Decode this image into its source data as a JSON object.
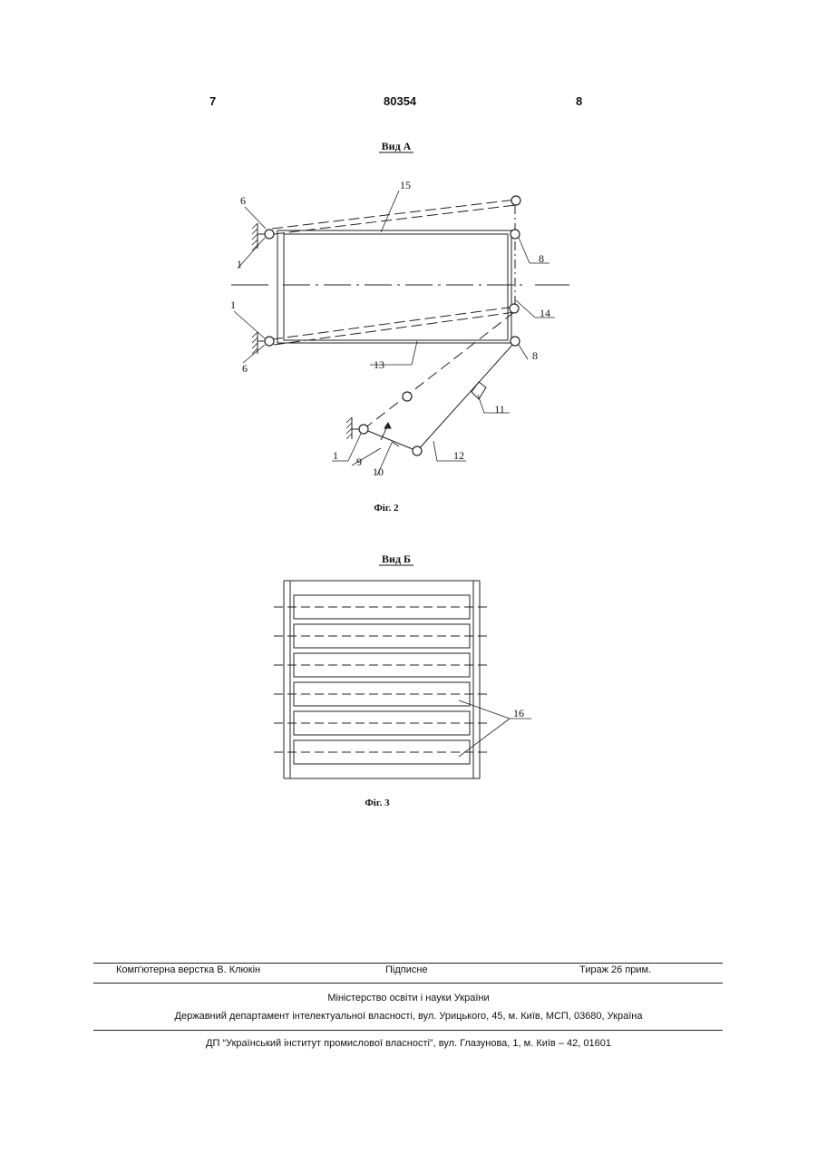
{
  "header": {
    "left_page": "7",
    "patent_number": "80354",
    "right_page": "8"
  },
  "figure2": {
    "view_title": "Вид А",
    "caption": "Фіг. 2",
    "labels": {
      "n6_top": "6",
      "n15": "15",
      "n1_top": "1",
      "n8_top": "8",
      "n1_mid": "1",
      "n14": "14",
      "n6_bottom": "6",
      "n13": "13",
      "n8_bottom": "8",
      "n11": "11",
      "n1_bottom": "1",
      "n9": "9",
      "n10": "10",
      "n12": "12"
    }
  },
  "figure3": {
    "view_title": "Вид Б",
    "caption": "Фіг. 3",
    "labels": {
      "n16": "16"
    }
  },
  "footer": {
    "layout_credit": "Комп'ютерна верстка В. Клюкін",
    "subscription": "Підписне",
    "circulation": "Тираж 26 прим.",
    "ministry": "Міністерство освіти і науки України",
    "department": "Державний департамент інтелектуальної власності, вул. Урицького, 45, м. Київ, МСП, 03680, Україна",
    "institute": "ДП “Український інститут промислової власності”, вул. Глазунова, 1, м. Київ – 42, 01601"
  }
}
